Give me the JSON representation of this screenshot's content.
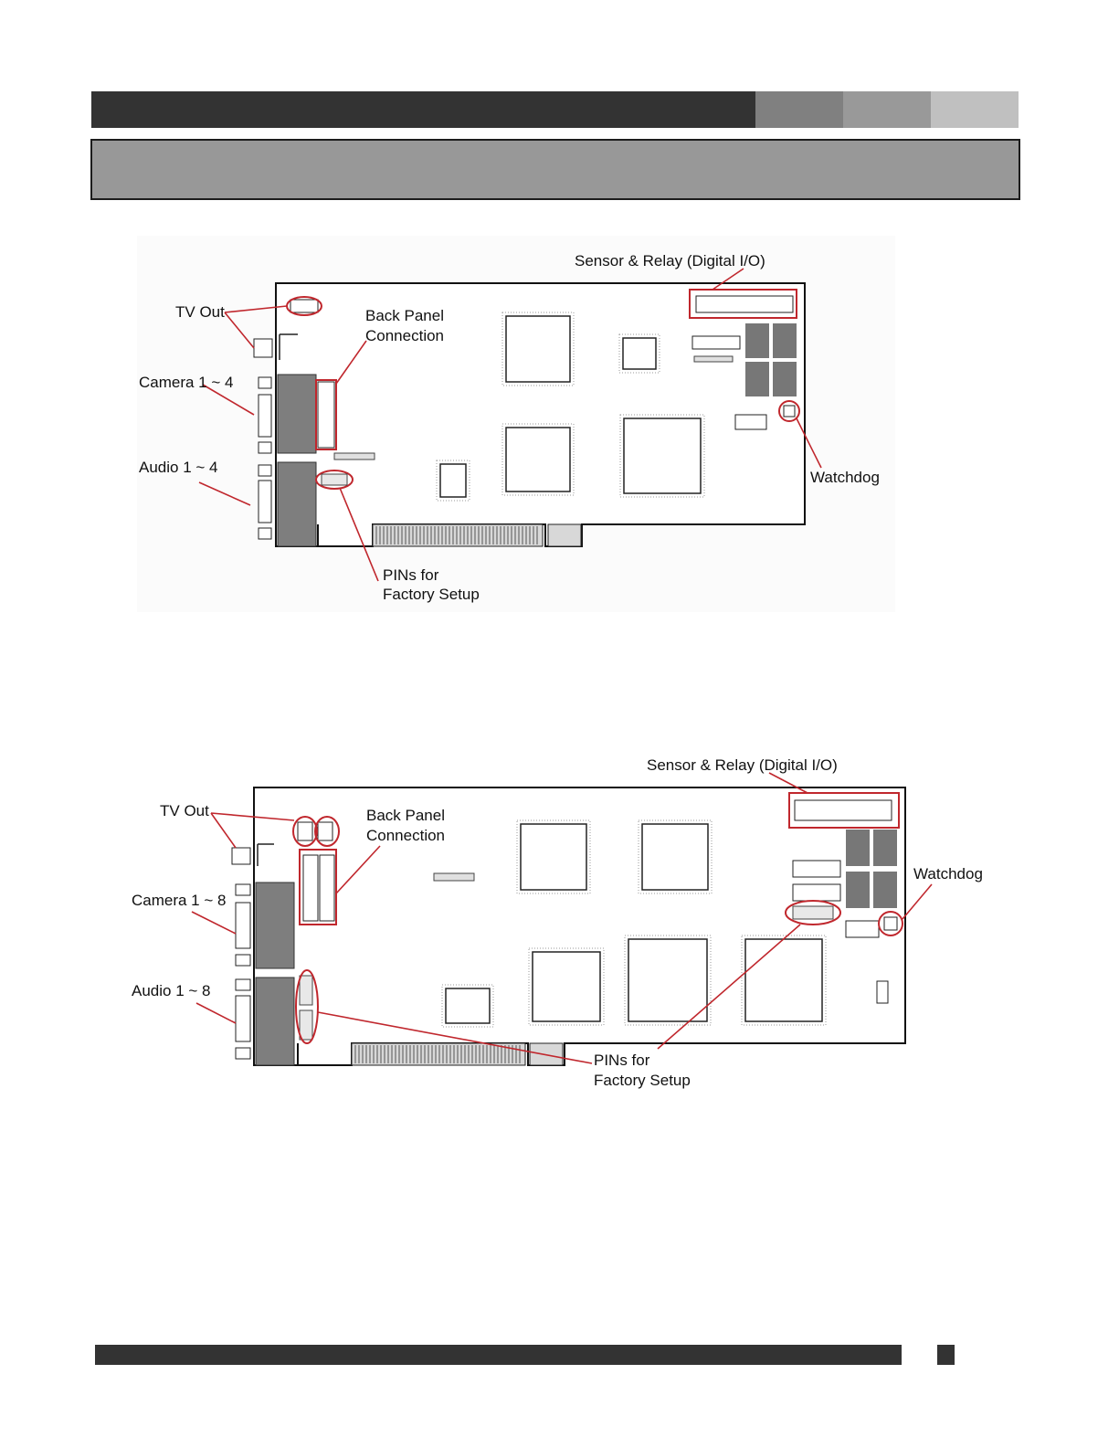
{
  "colors": {
    "dark_bar": "#333333",
    "mid_gray": "#808080",
    "light_gray": "#999999",
    "lighter_gray": "#c0c0c0",
    "title_box": "#989898",
    "highlight": "#c0272d"
  },
  "figure1": {
    "tv_out": "TV Out",
    "back_panel_line1": "Back Panel",
    "back_panel_line2": "Connection",
    "sensor_relay": "Sensor & Relay (Digital I/O)",
    "camera": "Camera 1 ~ 4",
    "audio": "Audio 1 ~ 4",
    "watchdog": "Watchdog",
    "pins_line1": "PINs for",
    "pins_line2": "Factory Setup"
  },
  "figure2": {
    "tv_out": "TV Out",
    "back_panel_line1": "Back Panel",
    "back_panel_line2": "Connection",
    "sensor_relay": "Sensor & Relay (Digital I/O)",
    "camera": "Camera 1 ~ 8",
    "audio": "Audio 1 ~ 8",
    "watchdog": "Watchdog",
    "pins_line1": "PINs for",
    "pins_line2": "Factory Setup"
  }
}
